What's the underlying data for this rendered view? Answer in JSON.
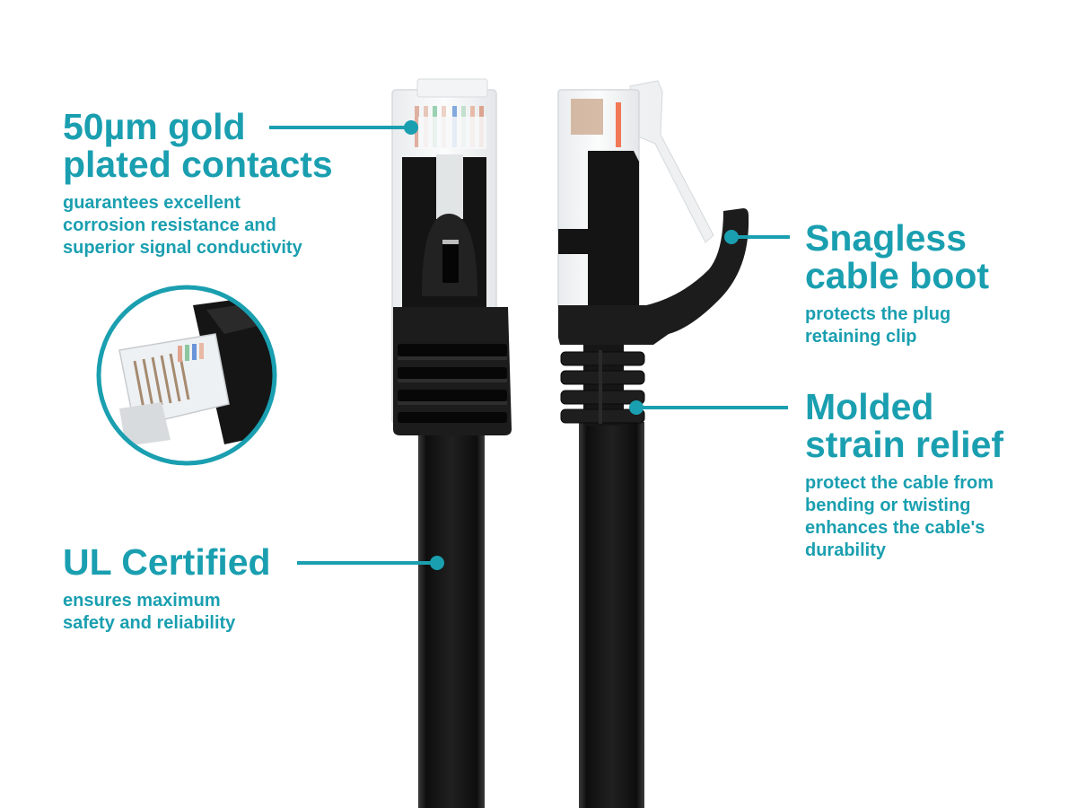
{
  "theme": {
    "accent": "#1a9fb0",
    "background": "#ffffff",
    "plug_black": "#151515"
  },
  "callouts": [
    {
      "id": "gold-contacts",
      "title": "50µm gold\nplated contacts",
      "description": "guarantees excellent\ncorrosion resistance and\nsuperior signal conductivity"
    },
    {
      "id": "snagless-boot",
      "title": "Snagless\ncable boot",
      "description": "protects the plug\nretaining clip"
    },
    {
      "id": "strain-relief",
      "title": "Molded\nstrain relief",
      "description": "protect the cable from\nbending or twisting\nenhances the cable's\ndurability"
    },
    {
      "id": "ul-certified",
      "title": "UL Certified",
      "description": "ensures maximum\nsafety and reliability"
    }
  ],
  "images": {
    "left_plug": "rj45-plug-front-view",
    "right_plug": "rj45-plug-side-view",
    "inset": "rj45-connector-closeup-circle"
  }
}
